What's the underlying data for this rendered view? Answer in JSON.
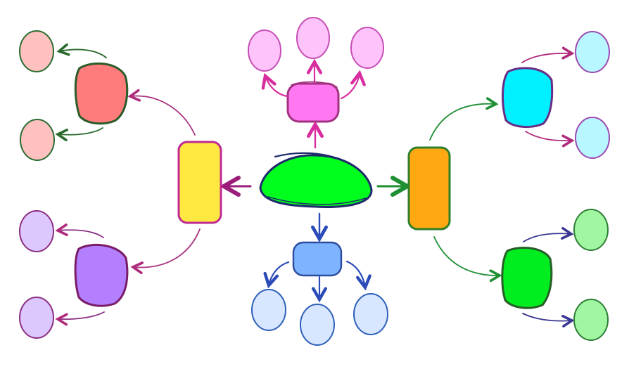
{
  "diagram": {
    "kind": "mind-map",
    "labels_visible": false,
    "central": {
      "fill": "#00ff1d",
      "stroke": "#1f2a6b"
    },
    "branches": [
      {
        "name": "top",
        "node": {
          "fill": "#ff78f1",
          "stroke": "#a2317f"
        },
        "leaves": 3,
        "leaf": {
          "fill": "#ffc3fb",
          "stroke": "#c64fb5"
        },
        "arrow": "#d82d9f"
      },
      {
        "name": "bottom",
        "node": {
          "fill": "#7eb3ff",
          "stroke": "#2b4c9f"
        },
        "leaves": 3,
        "leaf": {
          "fill": "#d8e7ff",
          "stroke": "#2d60b9"
        },
        "arrow": "#2b4bb8"
      },
      {
        "name": "left",
        "node": {
          "fill": "#ffe941",
          "stroke": "#c02a90"
        },
        "children": [
          {
            "name": "left-upper",
            "node": {
              "fill": "#ff7c7c",
              "stroke": "#2a5b28"
            },
            "leaves": 2,
            "leaf": {
              "fill": "#ffc0c0",
              "stroke": "#2b6d33"
            }
          },
          {
            "name": "left-lower",
            "node": {
              "fill": "#b37fff",
              "stroke": "#7b1c68"
            },
            "leaves": 2,
            "leaf": {
              "fill": "#ddc7ff",
              "stroke": "#8c2f83"
            }
          }
        ],
        "arrow": "#9b1d79"
      },
      {
        "name": "right",
        "node": {
          "fill": "#ffa812",
          "stroke": "#2f7f29"
        },
        "children": [
          {
            "name": "right-upper",
            "node": {
              "fill": "#00f0ff",
              "stroke": "#6a2d87"
            },
            "leaves": 2,
            "leaf": {
              "fill": "#b8f7ff",
              "stroke": "#9d4bb5"
            }
          },
          {
            "name": "right-lower",
            "node": {
              "fill": "#00ee1f",
              "stroke": "#285f28"
            },
            "leaves": 2,
            "leaf": {
              "fill": "#a1f7a1",
              "stroke": "#2e7f36"
            }
          }
        ],
        "arrow": "#1f8f33"
      }
    ]
  }
}
